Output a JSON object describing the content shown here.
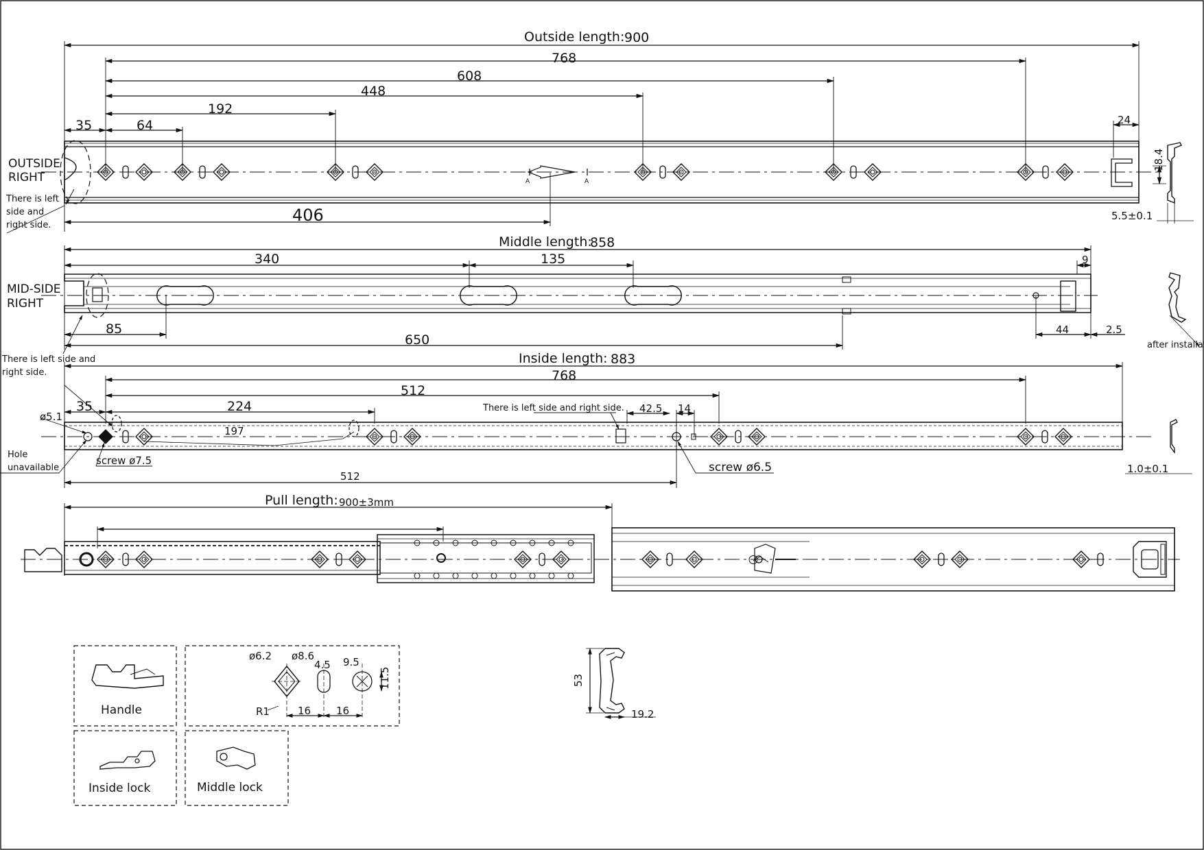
{
  "outside": {
    "title_prefix": "Outside length:",
    "title_value": "900",
    "dims": {
      "d768": "768",
      "d608": "608",
      "d448": "448",
      "d192": "192",
      "d64": "64",
      "d35": "35",
      "d24": "24",
      "d406": "406",
      "d18_4": "18.4",
      "d5_5": "5.5±0.1"
    },
    "side_label_1": "OUTSIDE",
    "side_label_2": "RIGHT",
    "note_1": "There is left",
    "note_2": "side and",
    "note_3": "right side.",
    "section_mark": "A"
  },
  "middle": {
    "title_prefix": "Middle length:",
    "title_value": "858",
    "dims": {
      "d340": "340",
      "d135": "135",
      "d9": "9",
      "d85": "85",
      "d650": "650",
      "d44": "44",
      "d2_5": "2.5"
    },
    "side_label_1": "MID-SIDE",
    "side_label_2": "RIGHT",
    "after_installation": "after installation",
    "note_1": "There is left side and",
    "note_2": "right side."
  },
  "inside": {
    "title_prefix": "Inside length:",
    "title_value": "883",
    "dims": {
      "d768": "768",
      "d512_top": "512",
      "d224": "224",
      "d35": "35",
      "d5_1": "ø5.1",
      "d197": "197",
      "d42_5": "42.5",
      "d14": "14",
      "d512_bottom": "512",
      "d1_0": "1.0±0.1"
    },
    "note_lr": "There is left side and right side.",
    "hole_1": "Hole",
    "hole_2": "unavailable",
    "screw_small": "screw ø7.5",
    "screw_right": "screw ø6.5"
  },
  "pull": {
    "title_prefix": "Pull length:",
    "title_value": "900±3mm"
  },
  "details": {
    "handle": "Handle",
    "inside_lock": "Inside lock",
    "middle_lock": "Middle lock",
    "holes": {
      "d6_2": "ø6.2",
      "d8_6": "ø8.6",
      "d4_5": "4.5",
      "d9_5": "9.5",
      "d11_5": "11.5",
      "r1": "R1",
      "d16a": "16",
      "d16b": "16"
    },
    "profile": {
      "d53": "53",
      "d19_2": "19.2"
    }
  }
}
